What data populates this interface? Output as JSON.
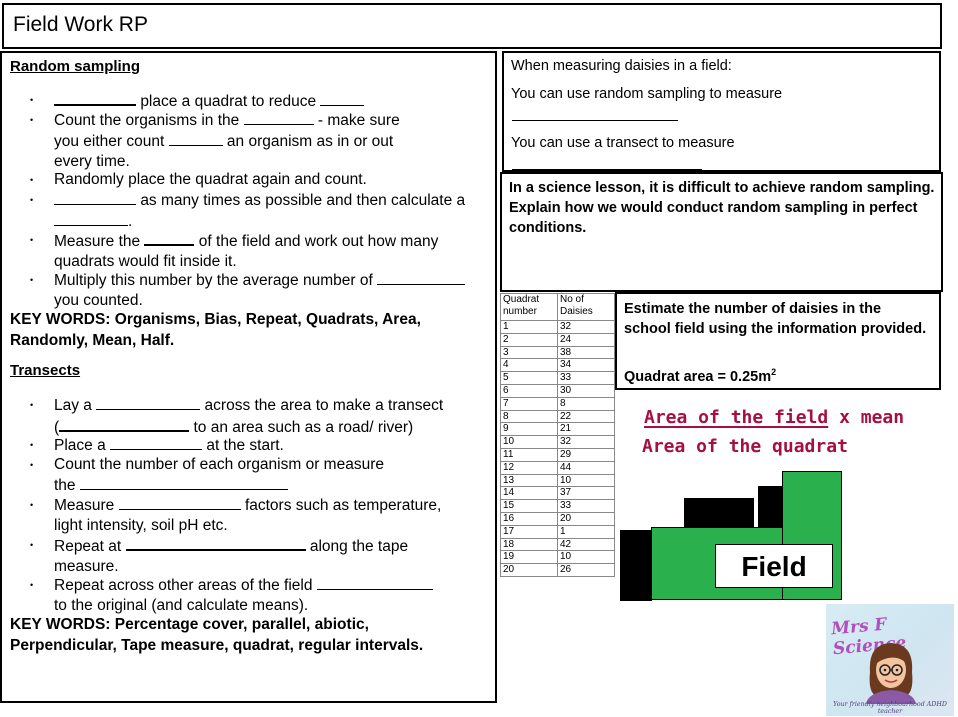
{
  "title": "Field Work RP",
  "random_sampling": {
    "heading": "Random sampling",
    "items": [
      {
        "b": "place a quadrat to reduce"
      },
      {
        "a": "Count the organisms in the",
        "b": "- make sure",
        "c": "you either count",
        "d": "an organism as in or out",
        "e": "every time."
      },
      {
        "a": "Randomly place the quadrat again and count."
      },
      {
        "b": "as many times as possible and then calculate a",
        "c": "."
      },
      {
        "a": "Measure the",
        "b": "of the field and work out how many",
        "c": "quadrats would fit inside it."
      },
      {
        "a": "Multiply this number by the average number of",
        "b": "you counted."
      }
    ],
    "keywords": "KEY WORDS: Organisms, Bias, Repeat, Quadrats, Area, Randomly, Mean,  Half."
  },
  "transects": {
    "heading": "Transects",
    "items": [
      {
        "a": "Lay a",
        "b": "across the area to make a transect",
        "c": "(",
        "d": "to an area such as a road/ river)"
      },
      {
        "a": "Place a",
        "b": "at the start."
      },
      {
        "a": "Count the number of each organism or measure",
        "b": "the"
      },
      {
        "a": "Measure",
        "b": "factors such as temperature,",
        "c": "light intensity, soil pH etc."
      },
      {
        "a": "Repeat at",
        "b": "along the tape",
        "c": "measure."
      },
      {
        "a": "Repeat across other areas of the field",
        "b": "to the original (and calculate means)."
      }
    ],
    "keywords": "KEY WORDS: Percentage cover, parallel, abiotic, Perpendicular, Tape measure, quadrat, regular intervals."
  },
  "daisies_box": {
    "line1": "When measuring daisies in a field:",
    "line2": "You can use random sampling to measure",
    "line3": "You can use a transect to measure"
  },
  "question": "In a science lesson, it is difficult to achieve random sampling. Explain how we would conduct random sampling in perfect conditions.",
  "table": {
    "headers": [
      "Quadrat number",
      "No of Daisies"
    ],
    "rows": [
      [
        1,
        32
      ],
      [
        2,
        24
      ],
      [
        3,
        38
      ],
      [
        4,
        34
      ],
      [
        5,
        33
      ],
      [
        6,
        30
      ],
      [
        7,
        8
      ],
      [
        8,
        22
      ],
      [
        9,
        21
      ],
      [
        10,
        32
      ],
      [
        11,
        29
      ],
      [
        12,
        44
      ],
      [
        13,
        10
      ],
      [
        14,
        37
      ],
      [
        15,
        33
      ],
      [
        16,
        20
      ],
      [
        17,
        1
      ],
      [
        18,
        42
      ],
      [
        19,
        10
      ],
      [
        20,
        26
      ]
    ]
  },
  "estimate": {
    "text": "Estimate the number of daisies in the school field using the information provided.",
    "quadrat_area_label": "Quadrat area = 0.25m",
    "quadrat_area_sup": "2"
  },
  "formula": {
    "numerator": "Area of the field",
    "times": "x mean",
    "denominator": "Area of the quadrat",
    "color": "#a50f44"
  },
  "diagram": {
    "field_label": "Field",
    "green": "#2ab14d",
    "black": "#000000"
  },
  "logo": {
    "text": "Mrs F Science",
    "tagline": "Your friendly neighbourhood ADHD teacher"
  }
}
